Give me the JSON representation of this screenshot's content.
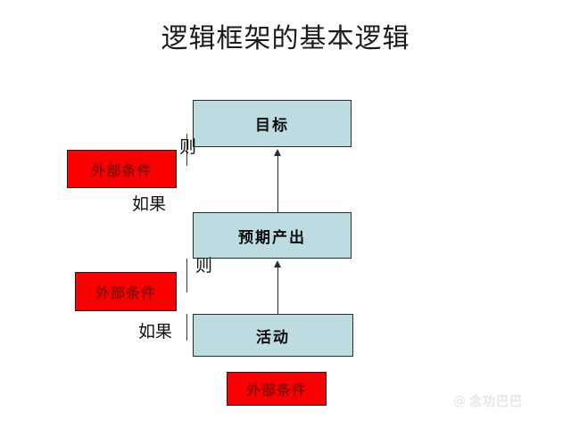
{
  "slide": {
    "title": "逻辑框架的基本逻辑",
    "background_color": "#ffffff"
  },
  "colors": {
    "node_fill": "#bcdce2",
    "node_border": "#2b2b2b",
    "condition_fill": "#fb0000",
    "condition_text": "#8f0b06",
    "condition_border": "#1f1f1f",
    "arrow": "#2b2b2b",
    "title_text": "#1a1a1a",
    "label_text": "#111111"
  },
  "nodes": [
    {
      "id": "goal",
      "label": "目标",
      "kind": "outcome"
    },
    {
      "id": "output",
      "label": "预期产出",
      "kind": "outcome"
    },
    {
      "id": "activity",
      "label": "活动",
      "kind": "outcome"
    }
  ],
  "conditions": [
    {
      "id": "cond-upper",
      "label": "外部条件"
    },
    {
      "id": "cond-middle",
      "label": "外部条件"
    },
    {
      "id": "cond-lower",
      "label": "外部条件"
    }
  ],
  "connector_labels": {
    "then_upper": "则",
    "if_upper": "如果",
    "then_lower": "则",
    "if_lower": "如果"
  },
  "arrows": [
    {
      "id": "output-to-goal",
      "from": "output",
      "to": "goal",
      "direction": "up"
    },
    {
      "id": "activity-to-output",
      "from": "activity",
      "to": "output",
      "direction": "up"
    }
  ],
  "watermark": {
    "mark": "@",
    "text": "念功巴巴"
  }
}
